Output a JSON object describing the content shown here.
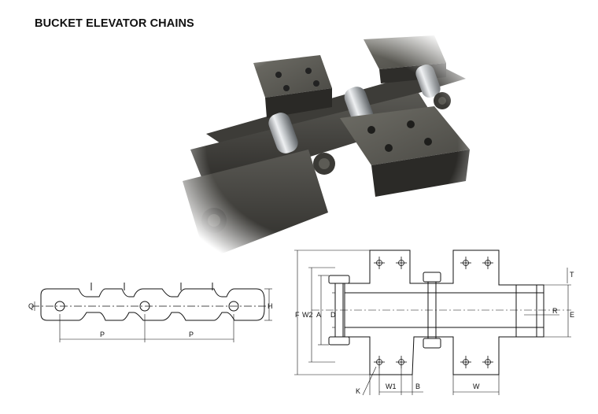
{
  "page": {
    "title": "BUCKET ELEVATOR CHAINS"
  },
  "side_view": {
    "labels": {
      "pitch_left": "P",
      "pitch_right": "P",
      "height": "H",
      "pin_dia": "Q"
    }
  },
  "top_view": {
    "labels": {
      "overall_width": "F",
      "inner_width": "W2",
      "width_a": "A",
      "bush_dia": "D",
      "roller_dia": "R",
      "plate_height": "E",
      "thickness": "T",
      "hole": "K",
      "hole_spacing": "W1",
      "offset": "B",
      "attachment_width": "W"
    }
  }
}
